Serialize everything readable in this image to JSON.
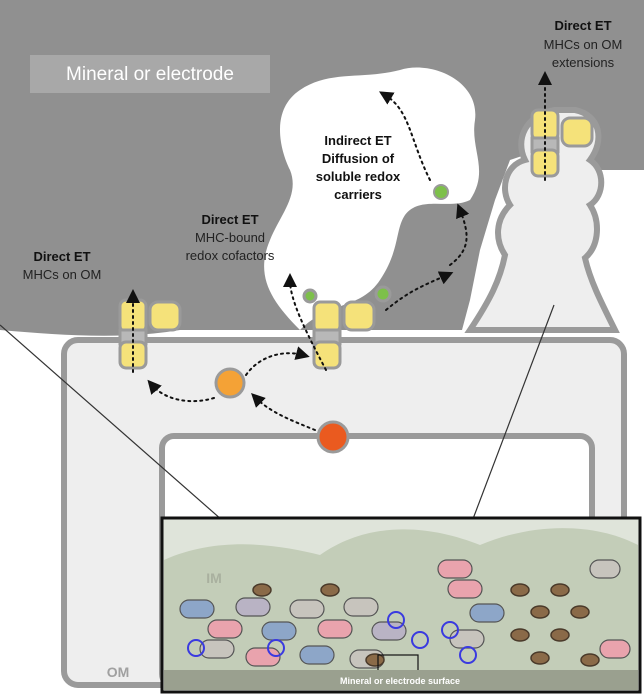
{
  "mineral_label": "Mineral or electrode",
  "annotations": {
    "direct_om": {
      "title": "Direct ET",
      "line1": "MHCs on OM",
      "line2": ""
    },
    "direct_cofactor": {
      "title": "Direct ET",
      "line1": "MHC-bound",
      "line2": "redox cofactors"
    },
    "indirect": {
      "title": "Indirect ET",
      "line1": "Diffusion of",
      "line2": "soluble redox",
      "line3": "carriers"
    },
    "direct_ext": {
      "title": "Direct ET",
      "line1": "MHCs on OM",
      "line2": "extensions"
    }
  },
  "membrane_labels": {
    "om": "OM",
    "im": "IM"
  },
  "inset": {
    "surface_label": "Mineral or electrode surface"
  },
  "colors": {
    "mineral": "#909090",
    "cell": "#eeeeee",
    "membrane": "#9a9a9a",
    "mhc": "#f5e27a",
    "carrier": "#7dc04a",
    "orange": "#f4a236",
    "red": "#ea5a1f",
    "biofilm": "#c9d2c0"
  }
}
